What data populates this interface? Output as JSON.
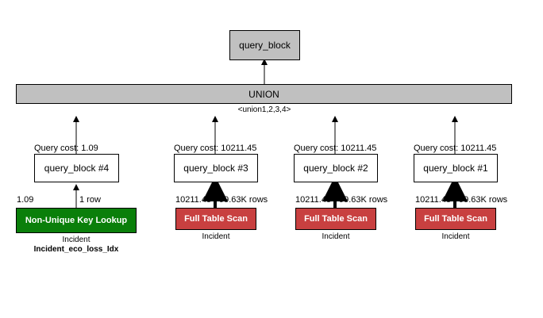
{
  "top_block": {
    "label": "query_block"
  },
  "union": {
    "label": "UNION",
    "sub": "<union1,2,3,4>"
  },
  "blocks": [
    {
      "cost": "Query cost: 1.09",
      "label": "query_block #4",
      "left_value": "1.09",
      "rows": "1 row",
      "op_label": "Non-Unique Key Lookup",
      "op_color": "#0a7f0a",
      "table": "Incident",
      "index": "Incident_eco_loss_Idx"
    },
    {
      "cost": "Query cost: 10211.45",
      "label": "query_block #3",
      "left_value": "10211.45",
      "rows": "99.63K rows",
      "op_label": "Full Table Scan",
      "op_color": "#c84040",
      "table": "Incident"
    },
    {
      "cost": "Query cost: 10211.45",
      "label": "query_block #2",
      "left_value": "10211.45",
      "rows": "99.63K rows",
      "op_label": "Full Table Scan",
      "op_color": "#c84040",
      "table": "Incident"
    },
    {
      "cost": "Query cost: 10211.45",
      "label": "query_block #1",
      "left_value": "10211.45",
      "rows": "99.63K rows",
      "op_label": "Full Table Scan",
      "op_color": "#c84040",
      "table": "Incident"
    }
  ]
}
